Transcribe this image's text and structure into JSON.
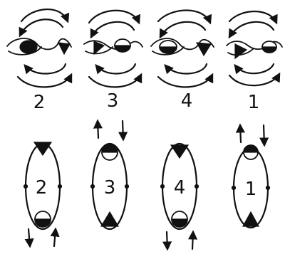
{
  "figure": {
    "top_row_labels": [
      "2",
      "3",
      "4",
      "1"
    ],
    "bottom_row_labels": [
      "2",
      "3",
      "4",
      "1"
    ]
  }
}
